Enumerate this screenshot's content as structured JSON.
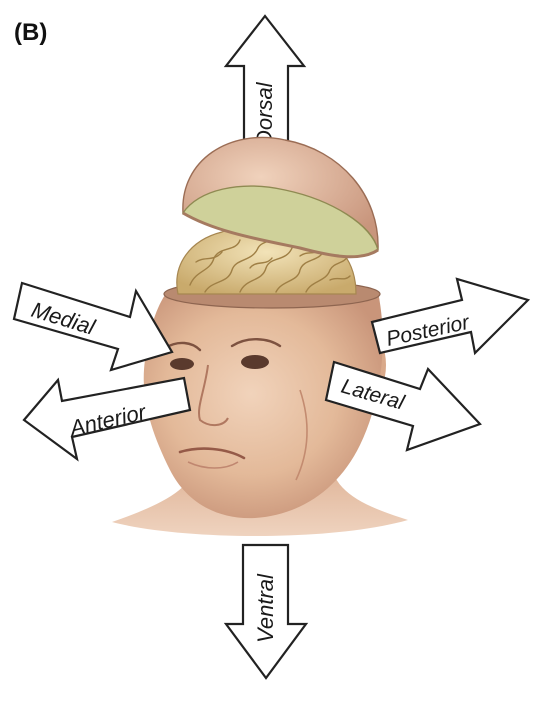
{
  "panel_label": "(B)",
  "directions": {
    "dorsal": "Dorsal",
    "ventral": "Ventral",
    "medial": "Medial",
    "anterior": "Anterior",
    "posterior": "Posterior",
    "lateral": "Lateral"
  },
  "colors": {
    "skin": "#e8c3a6",
    "skin_shadow": "#c99579",
    "brain": "#e6d3a0",
    "brain_shadow": "#b89a5f",
    "skull_inner": "#cfd19a",
    "arrow_fill": "#ffffff",
    "arrow_stroke": "#222222"
  }
}
